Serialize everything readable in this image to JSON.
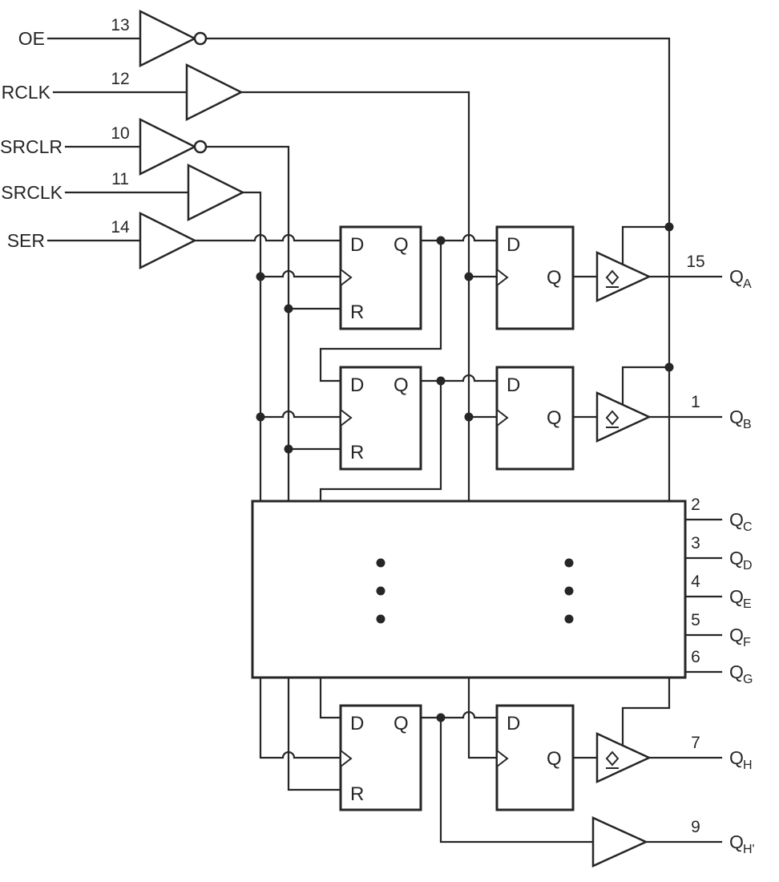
{
  "inputs": {
    "oe": {
      "label": "OE",
      "pin": "13"
    },
    "rclk": {
      "label": "RCLK",
      "pin": "12"
    },
    "srclr": {
      "label": "SRCLR",
      "pin": "10"
    },
    "srclk": {
      "label": "SRCLK",
      "pin": "11"
    },
    "ser": {
      "label": "SER",
      "pin": "14"
    }
  },
  "outputs": {
    "qa": {
      "pin": "15",
      "base": "Q",
      "sub": "A"
    },
    "qb": {
      "pin": "1",
      "base": "Q",
      "sub": "B"
    },
    "qc": {
      "pin": "2",
      "base": "Q",
      "sub": "C"
    },
    "qd": {
      "pin": "3",
      "base": "Q",
      "sub": "D"
    },
    "qe": {
      "pin": "4",
      "base": "Q",
      "sub": "E"
    },
    "qf": {
      "pin": "5",
      "base": "Q",
      "sub": "F"
    },
    "qg": {
      "pin": "6",
      "base": "Q",
      "sub": "G"
    },
    "qh": {
      "pin": "7",
      "base": "Q",
      "sub": "H"
    },
    "qhp": {
      "pin": "9",
      "base": "Q",
      "sub": "H'"
    }
  },
  "flipflop": {
    "d": "D",
    "q": "Q",
    "r": "R"
  }
}
